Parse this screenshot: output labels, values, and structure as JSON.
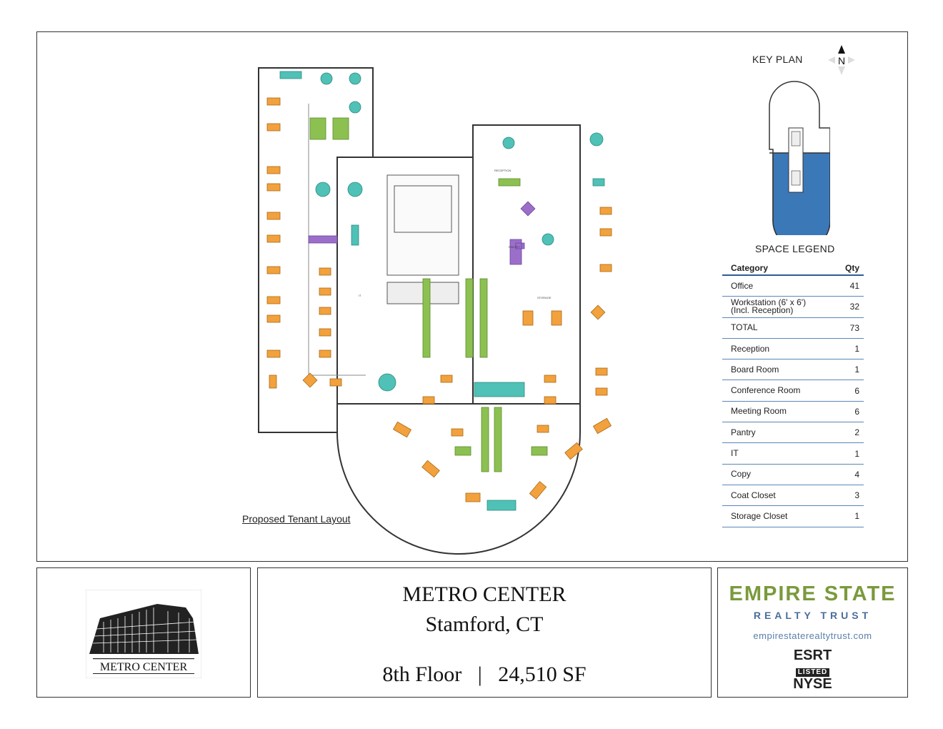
{
  "caption": "Proposed Tenant Layout",
  "key_plan": {
    "title": "KEY PLAN",
    "north_label": "N"
  },
  "legend": {
    "title": "SPACE LEGEND",
    "header_category": "Category",
    "header_qty": "Qty",
    "rows": [
      {
        "category": "Office",
        "qty": "41"
      },
      {
        "category": "Workstation (6' x 6')\n(Incl. Reception)",
        "qty": "32"
      },
      {
        "category": "TOTAL",
        "qty": "73"
      },
      {
        "category": "Reception",
        "qty": "1"
      },
      {
        "category": "Board Room",
        "qty": "1"
      },
      {
        "category": "Conference Room",
        "qty": "6"
      },
      {
        "category": "Meeting Room",
        "qty": "6"
      },
      {
        "category": "Pantry",
        "qty": "2"
      },
      {
        "category": "IT",
        "qty": "1"
      },
      {
        "category": "Copy",
        "qty": "4"
      },
      {
        "category": "Coat Closet",
        "qty": "3"
      },
      {
        "category": "Storage Closet",
        "qty": "1"
      }
    ]
  },
  "logo": {
    "text": "METRO CENTER"
  },
  "title": {
    "line1": "METRO CENTER",
    "line2": "Stamford, CT",
    "floor": "8th Floor   |   24,510 SF"
  },
  "brand": {
    "name": "EMPIRE STATE",
    "sub": "REALTY TRUST",
    "url": "empirestaterealtytrust.com",
    "ticker": "ESRT",
    "listed": "LISTED",
    "exchange": "NYSE"
  },
  "colors": {
    "office": "#f2a13c",
    "workstation": "#8cc152",
    "conference": "#4fc1b6",
    "pantry": "#9b6fc9",
    "keyplan_fill": "#3a78b8",
    "brand_green": "#7a9a3c",
    "brand_blue": "#4b6e9a"
  }
}
